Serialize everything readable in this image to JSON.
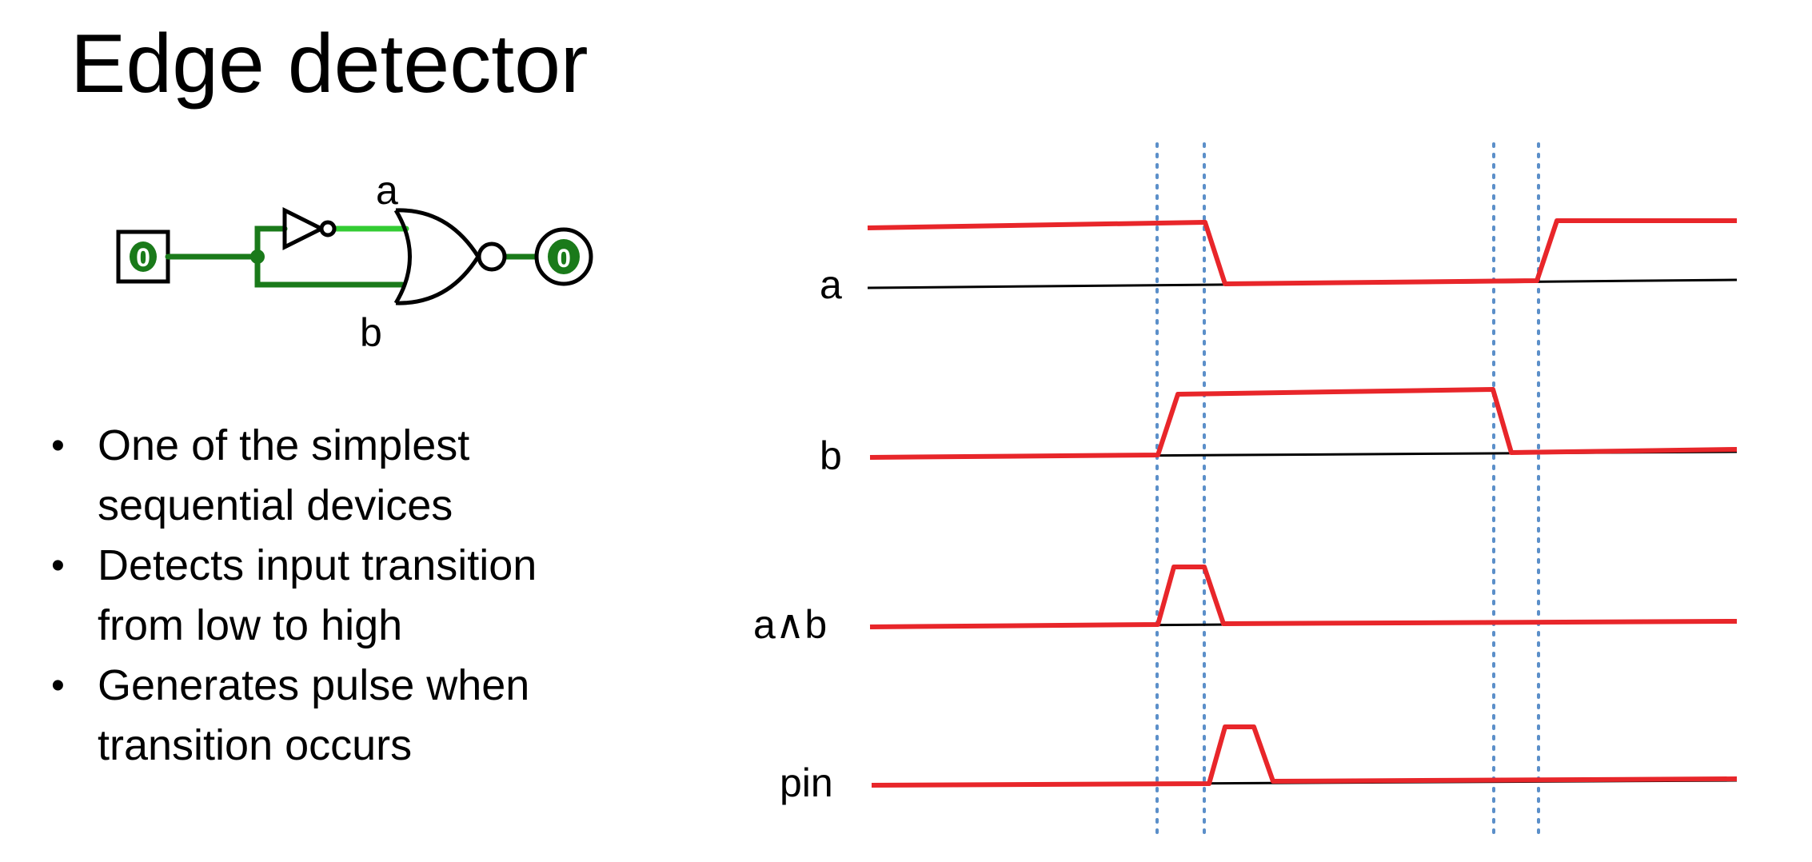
{
  "slide": {
    "title": "Edge detector"
  },
  "circuit": {
    "input_value": "0",
    "output_value": "0",
    "label_a": "a",
    "label_b": "b",
    "colors": {
      "wire_on": "#33cc33",
      "wire_dark": "#1a7a1a",
      "gate": "#000000"
    }
  },
  "bullets": [
    {
      "line1": "One of the simplest",
      "line2": "sequential devices"
    },
    {
      "line1": "Detects input transition",
      "line2": "from low to high"
    },
    {
      "line1": "Generates pulse when",
      "line2": "transition occurs"
    }
  ],
  "timing": {
    "signals": [
      {
        "label": "a"
      },
      {
        "label": "b"
      },
      {
        "label": "a∧b"
      },
      {
        "label": "pin"
      }
    ],
    "colors": {
      "waveform": "#e8262a",
      "baseline": "#000000",
      "marker": "#5b8fc9"
    }
  }
}
